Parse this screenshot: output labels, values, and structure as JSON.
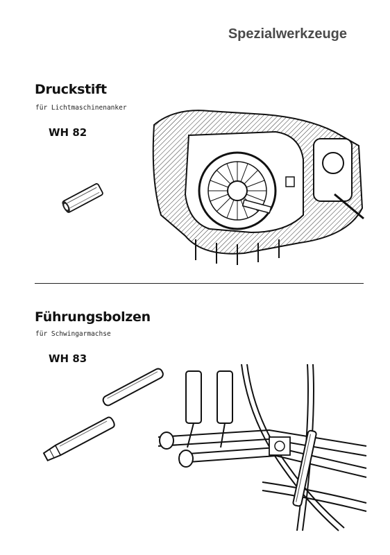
{
  "page": {
    "title": "Spezialwerkzeuge"
  },
  "sections": [
    {
      "heading": "Druckstift",
      "subtitle": "für Lichtmaschinenanker",
      "code": "WH 82"
    },
    {
      "heading": "Führungsbolzen",
      "subtitle": "für Schwingarmachse",
      "code": "WH 83"
    }
  ]
}
